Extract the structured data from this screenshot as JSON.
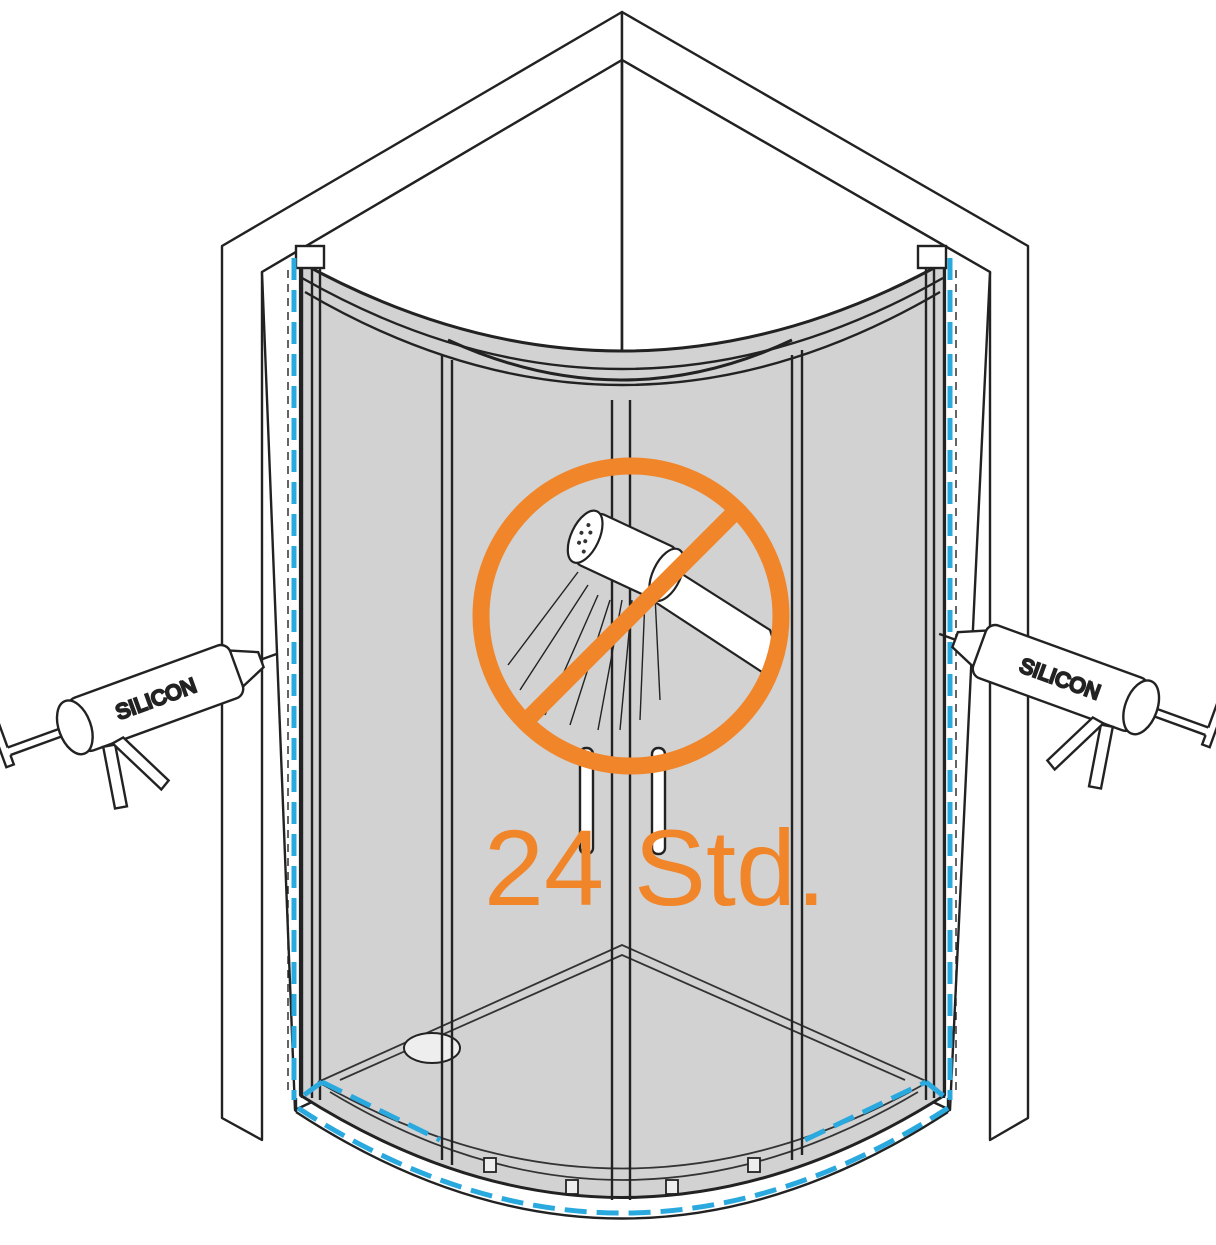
{
  "labels": {
    "left_tube": "SILICON",
    "right_tube": "SILICON",
    "wait_time": "24 Std."
  },
  "colors": {
    "warning_orange": "#F0852A",
    "sealant_blue": "#2AA9DF",
    "glass_grey": "#D2D2D2",
    "line_dark": "#222222"
  },
  "icons": [
    "no-shower-icon",
    "shower-head-icon",
    "caulking-gun-icon"
  ]
}
